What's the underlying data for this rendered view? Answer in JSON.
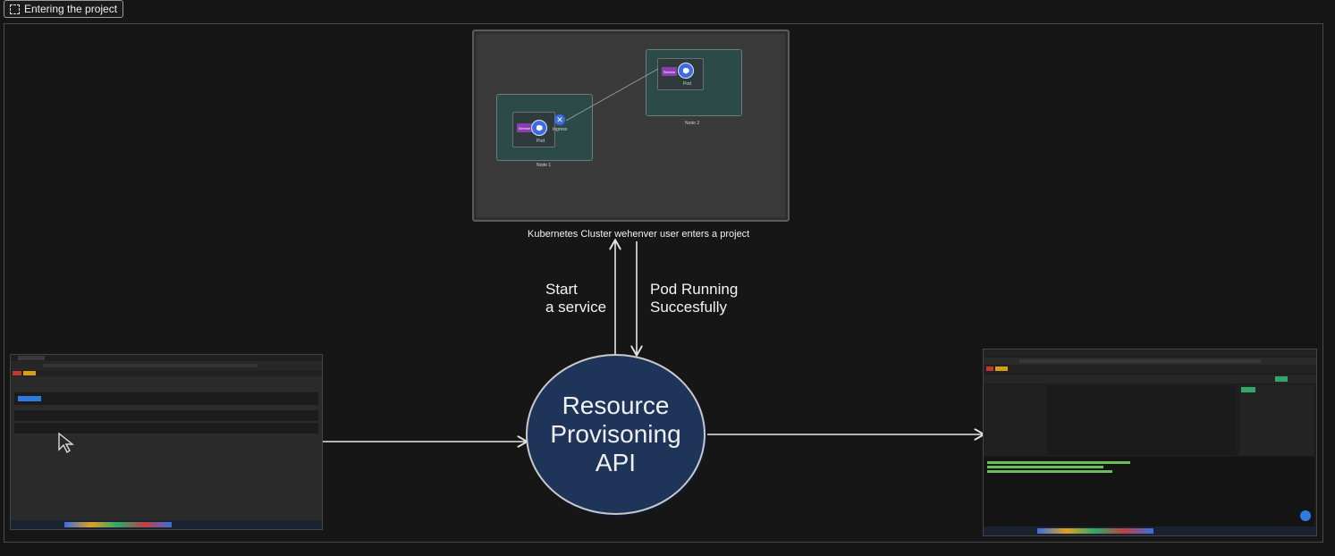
{
  "frame": {
    "title": "Entering the project"
  },
  "cluster": {
    "caption": "Kubernetes Cluster wehenver user enters a project",
    "node1_label": "Node 1",
    "node2_label": "Node 2",
    "service_label": "Service",
    "ingress_label": "Ingress",
    "pod_label": "Pod"
  },
  "arrows": {
    "start_line1": "Start",
    "start_line2": "a service",
    "pod_line1": "Pod Running",
    "pod_line2": "Succesfully"
  },
  "api": {
    "line1": "Resource",
    "line2": "Provisoning",
    "line3": "API"
  },
  "colors": {
    "background": "#161616",
    "api_fill": "#1f3459",
    "node_fill": "#2c4a48",
    "k8s_blue": "#3d6ce0",
    "service_purple": "#8a3fb0"
  }
}
